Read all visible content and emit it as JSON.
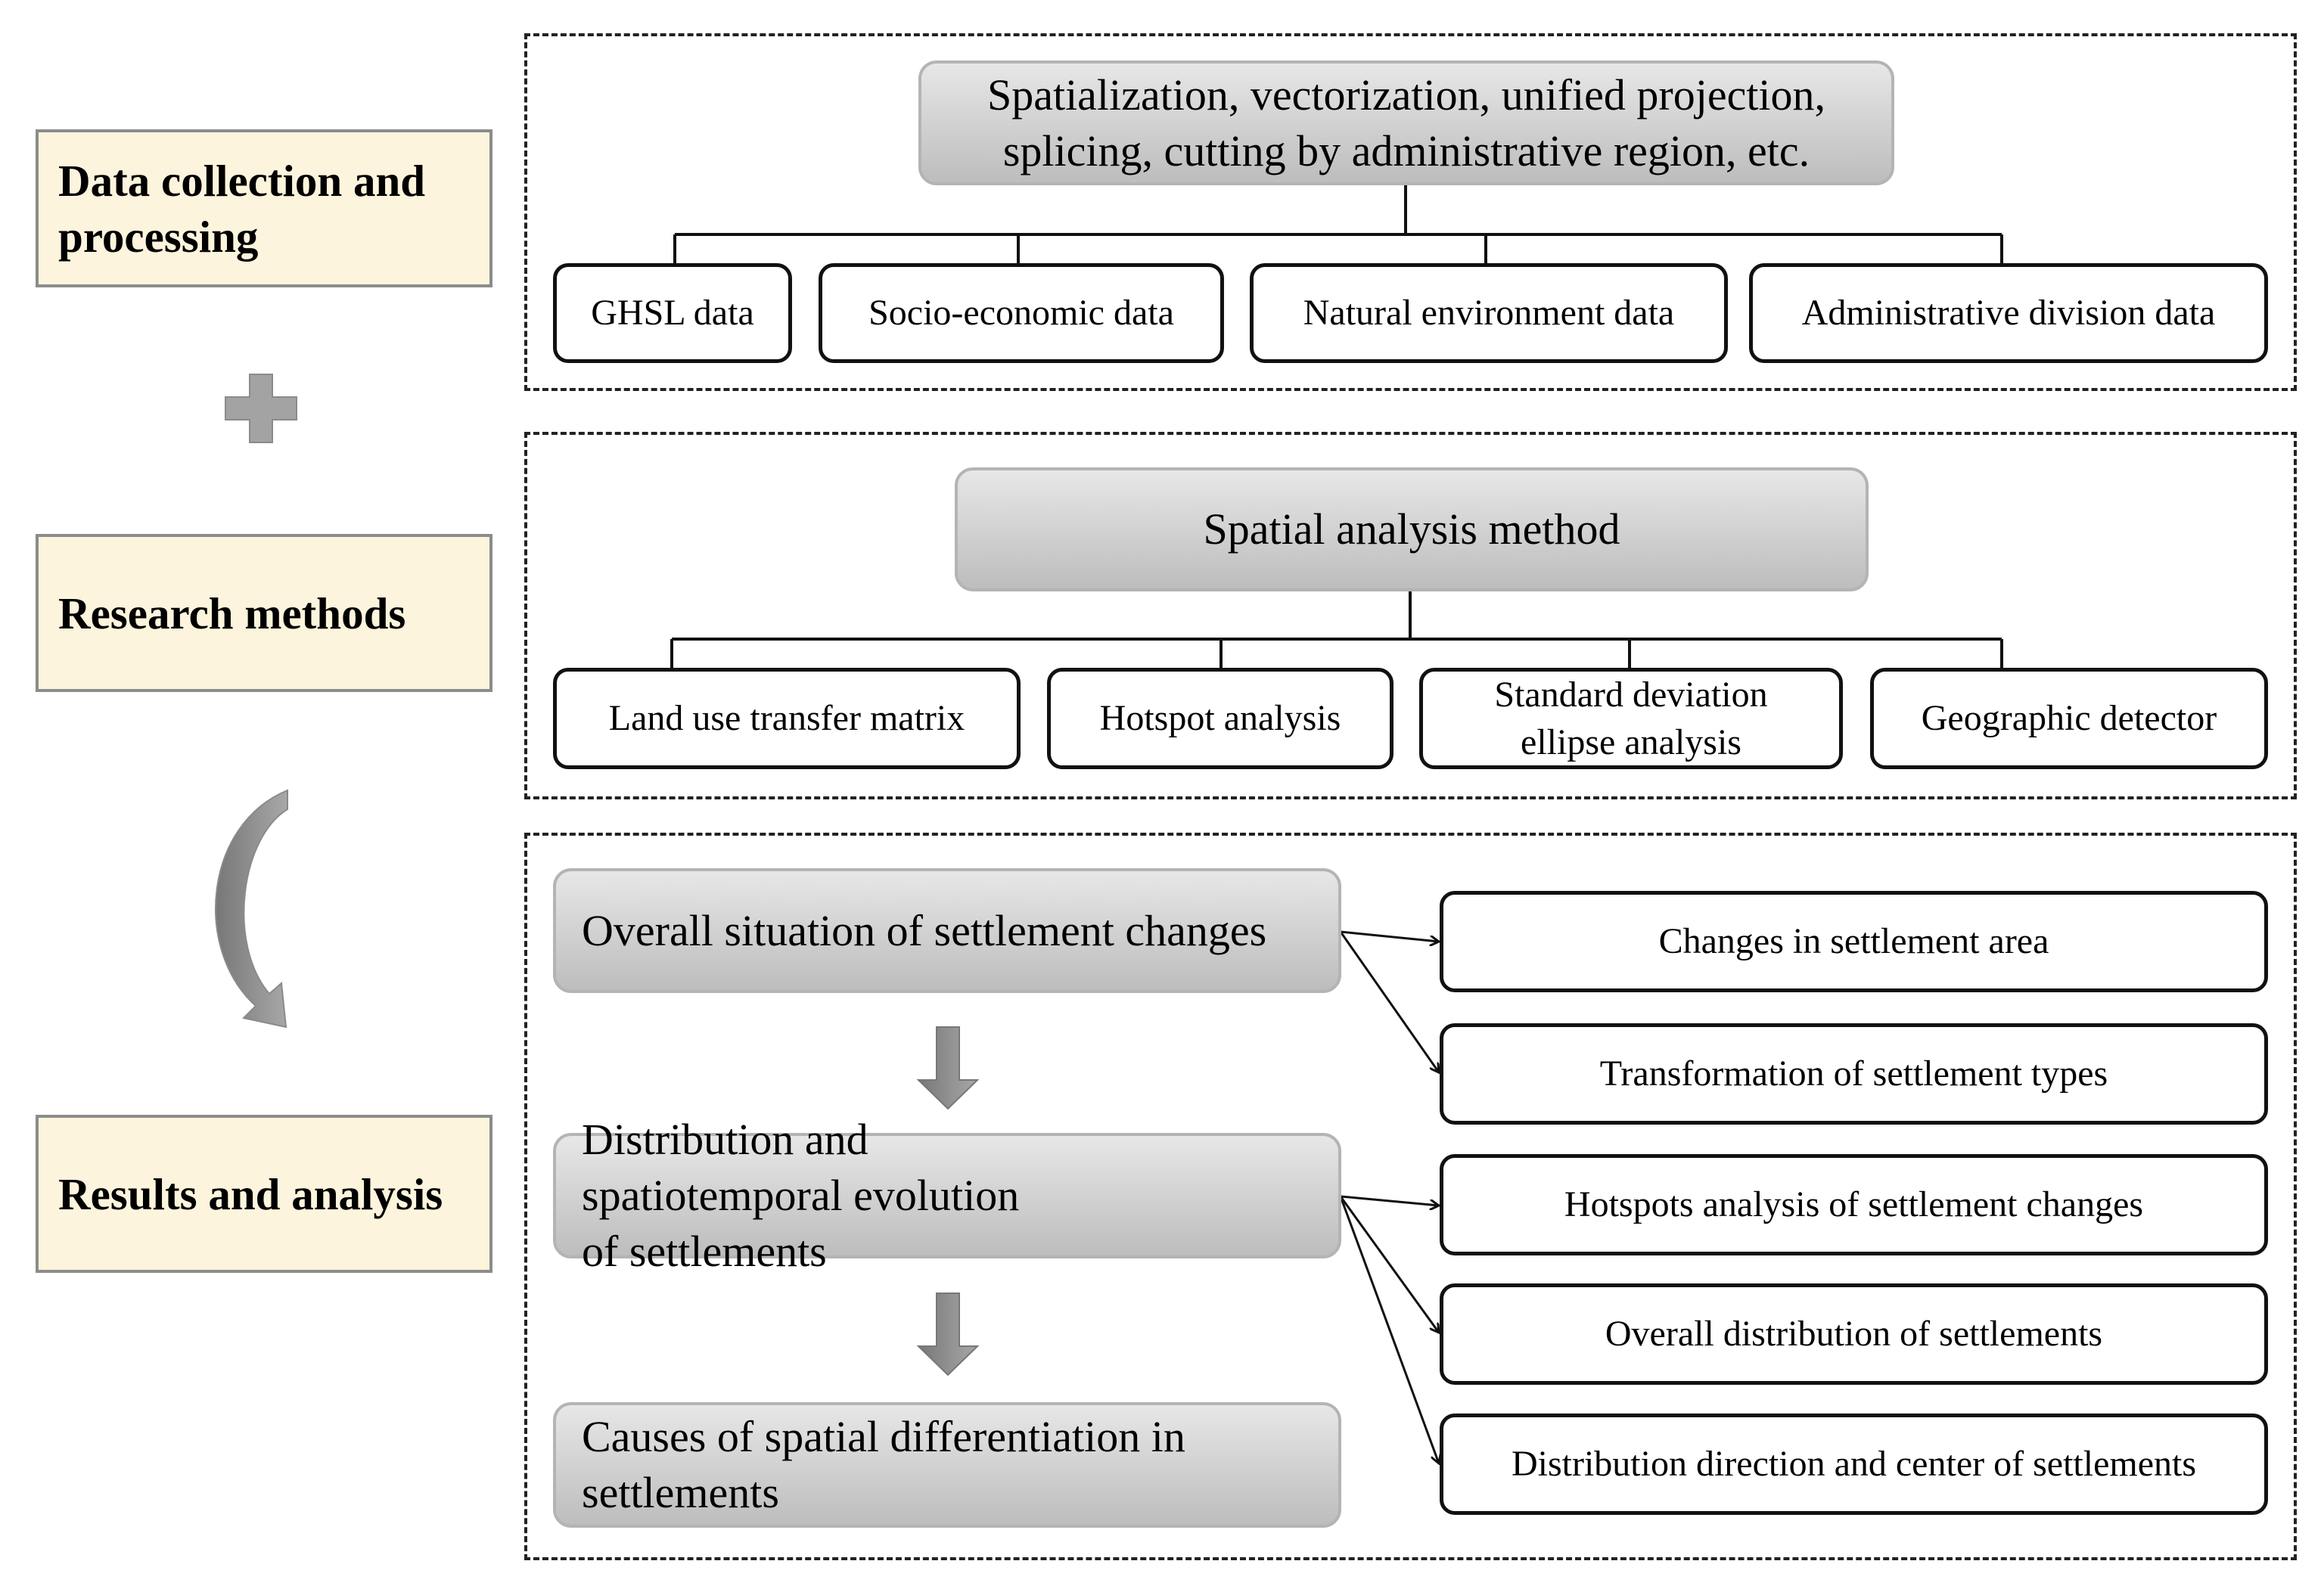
{
  "stages": {
    "data_collection": "Data collection and processing",
    "research_methods": "Research methods",
    "results": "Results and analysis"
  },
  "panel1": {
    "header": "Spatialization, vectorization, unified projection, splicing, cutting by administrative region, etc.",
    "items": [
      "GHSL data",
      "Socio-economic data",
      "Natural environment data",
      "Administrative division data"
    ]
  },
  "panel2": {
    "header": "Spatial analysis method",
    "items": [
      "Land use transfer matrix",
      "Hotspot analysis",
      "Standard deviation ellipse analysis",
      "Geographic detector"
    ]
  },
  "panel3": {
    "steps": [
      "Overall situation of settlement changes",
      "Distribution and spatiotemporal evolution of settlements",
      "Causes of spatial differentiation in settlements"
    ],
    "outcomes": [
      "Changes in settlement area",
      "Transformation of settlement types",
      "Hotspots analysis of settlement changes",
      "Overall distribution of settlements",
      "Distribution direction and center of settlements"
    ]
  }
}
